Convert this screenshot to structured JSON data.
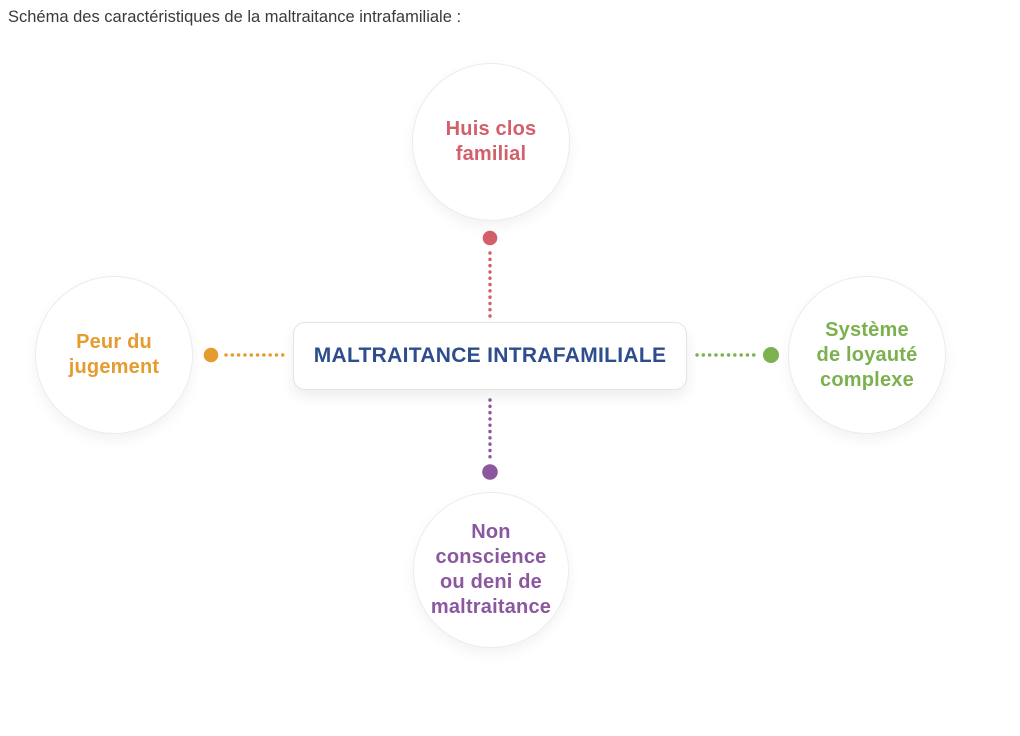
{
  "title": "Schéma des caractéristiques de la maltraitance intrafamiliale :",
  "diagram": {
    "center": {
      "label": "MALTRAITANCE INTRAFAMILIALE",
      "color": "#2d4d8d"
    },
    "nodes": {
      "top": {
        "label": "Huis clos\nfamilial",
        "color": "#d25f69",
        "connector": "dotted-line-with-end-dot"
      },
      "left": {
        "label": "Peur du\njugement",
        "color": "#e69b2f",
        "connector": "dotted-line-with-end-dot"
      },
      "right": {
        "label": "Système\nde loyauté\ncomplexe",
        "color": "#7cb14f",
        "connector": "dotted-line-with-end-dot"
      },
      "bottom": {
        "label": "Non\nconscience\nou deni de\nmaltraitance",
        "color": "#8b58a0",
        "connector": "dotted-line-with-end-dot"
      }
    }
  }
}
